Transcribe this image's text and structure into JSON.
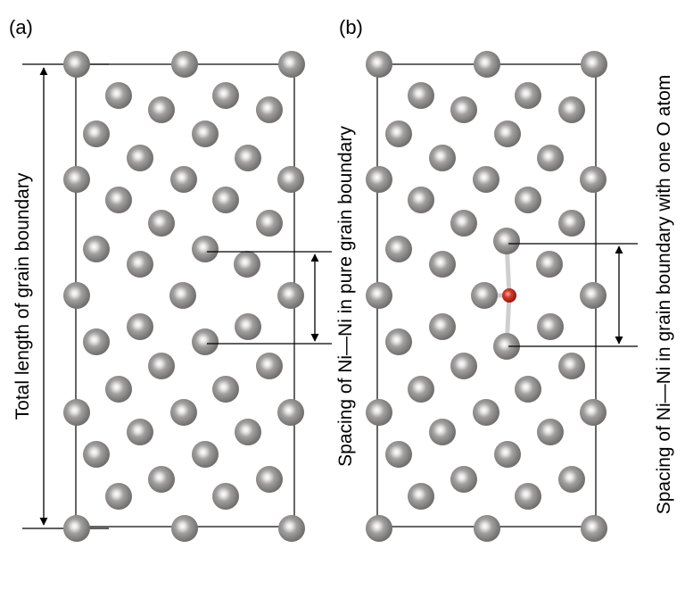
{
  "panels": {
    "a": {
      "label": "(a)"
    },
    "b": {
      "label": "(b)"
    }
  },
  "labels": {
    "total_length": "Total length of grain boundary",
    "spacing_pure": "Spacing of Ni—Ni in pure grain boundary",
    "spacing_oxygen": "Spacing of Ni—Ni in grain boundary with one O atom"
  },
  "colors": {
    "ni_atom": "#8e8b8b",
    "o_atom": "#c8281e",
    "bond": "#c9c9c9",
    "line": "#000000"
  }
}
